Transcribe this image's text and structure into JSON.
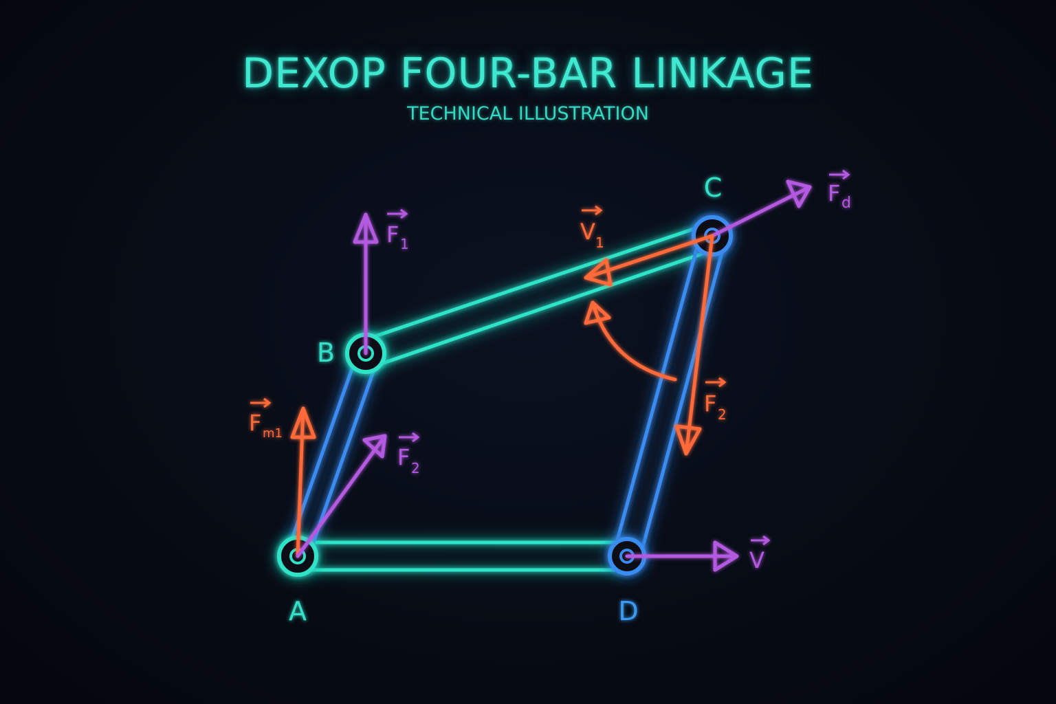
{
  "title": "DEXOP FOUR-BAR LINKAGE",
  "subtitle": "TECHNICAL ILLUSTRATION",
  "joints": {
    "a": "A",
    "b": "B",
    "c": "C",
    "d": "D"
  },
  "vectors": {
    "f1": {
      "symbol": "F",
      "sub": "1"
    },
    "fm": {
      "symbol": "F",
      "sub": "m1"
    },
    "f2_a": {
      "symbol": "F",
      "sub": "2"
    },
    "v1": {
      "symbol": "V",
      "sub": "1"
    },
    "fd": {
      "symbol": "F",
      "sub": "d"
    },
    "f2_c": {
      "symbol": "F",
      "sub": "2"
    },
    "v": {
      "symbol": "V",
      "sub": ""
    }
  },
  "colors": {
    "teal": "#2fe3c8",
    "blue": "#3a8cf0",
    "orange": "#ff6a3a",
    "purple": "#b45ae0"
  }
}
